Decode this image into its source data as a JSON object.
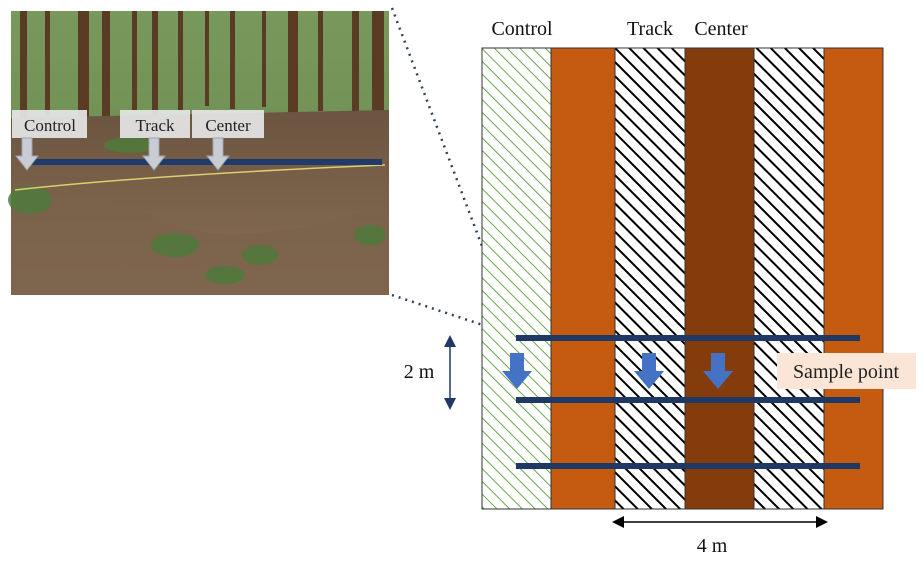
{
  "photo": {
    "labels": {
      "control": "Control",
      "track": "Track",
      "center": "Center"
    },
    "colors": {
      "rope": "#1f3a6b",
      "label_bg": "#e6e6e6",
      "arrow": "#c9cdd3"
    }
  },
  "diagram": {
    "column_labels": {
      "control": "Control",
      "track": "Track",
      "center": "Center"
    },
    "sample_label": "Sample point",
    "scale_vertical": "2 m",
    "scale_horizontal": "4 m",
    "colors": {
      "control_hatch": "#6aa84f",
      "soil": "#c55a11",
      "center": "#843c0c",
      "track_hatch": "#000000",
      "transect": "#1f3864",
      "sample_arrow": "#4472c4",
      "sample_label_bg": "#fbe5d6"
    }
  }
}
